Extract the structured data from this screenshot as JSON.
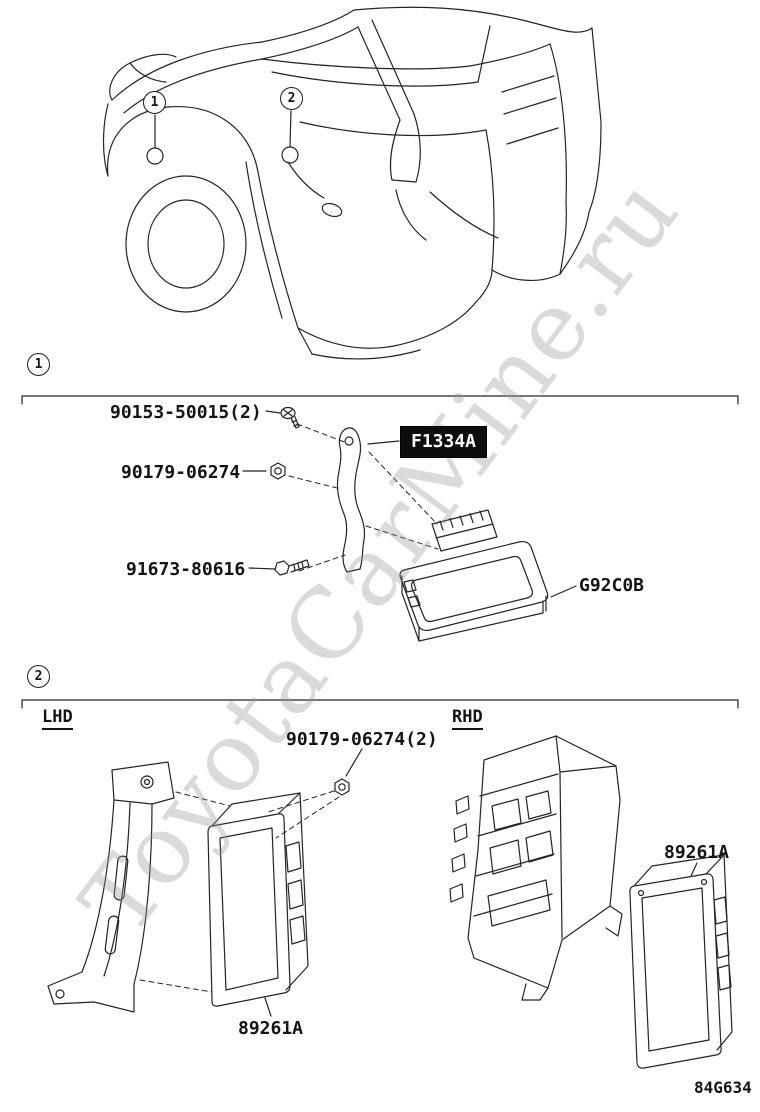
{
  "watermark": "ToyotaCarMine.ru",
  "diagram_code": "84G634",
  "car_view": {
    "callout_1": "1",
    "callout_2": "2"
  },
  "section_1": {
    "marker": "1",
    "labels": {
      "screw": "90153-50015(2)",
      "nut": "90179-06274",
      "bolt": "91673-80616",
      "highlighted_part": "F1334A",
      "module": "G92C0B"
    }
  },
  "section_2": {
    "marker": "2",
    "left_title": "LHD",
    "right_title": "RHD",
    "labels": {
      "nut": "90179-06274(2)",
      "module_left": "89261A",
      "module_right": "89261A"
    }
  }
}
